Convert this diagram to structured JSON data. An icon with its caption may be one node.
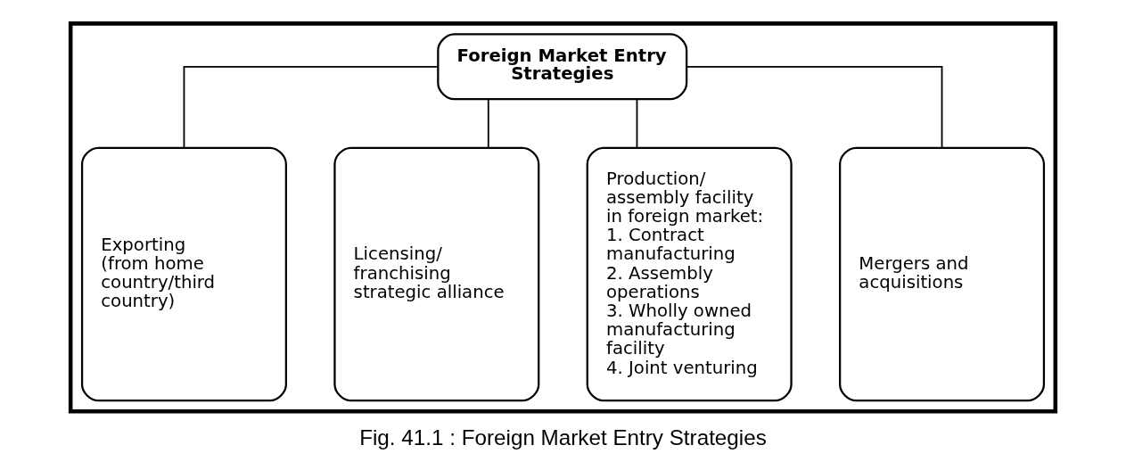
{
  "diagram": {
    "caption": "Fig. 41.1 : Foreign Market Entry Strategies",
    "nodes": [
      {
        "text": [],
        "shape": "box"
      },
      {
        "text": [
          "Foreign Market Entry Strategies"
        ],
        "in": 0
      },
      {
        "text": [
          "Exporting",
          "(from home country/third country)"
        ],
        "in": 0
      },
      {
        "text": [
          "Licensing/ franchising strategic alliance"
        ],
        "in": 0
      },
      {
        "text": [
          "Production/ assembly facility in foreign market:",
          "1. Contract manufacturing",
          "2. Assembly operations",
          "3. Wholly owned manufacturing facility",
          "4. Joint venturing"
        ],
        "in": 0
      },
      {
        "text": [
          "Mergers and acquisitions"
        ],
        "in": 0
      }
    ],
    "edges": [
      {
        "from": 1,
        "to": 2,
        "arrow": "none"
      },
      {
        "from": 1,
        "to": 3,
        "arrow": "none"
      },
      {
        "from": 1,
        "to": 4,
        "arrow": "none"
      },
      {
        "from": 1,
        "to": 5,
        "arrow": "none"
      }
    ]
  }
}
